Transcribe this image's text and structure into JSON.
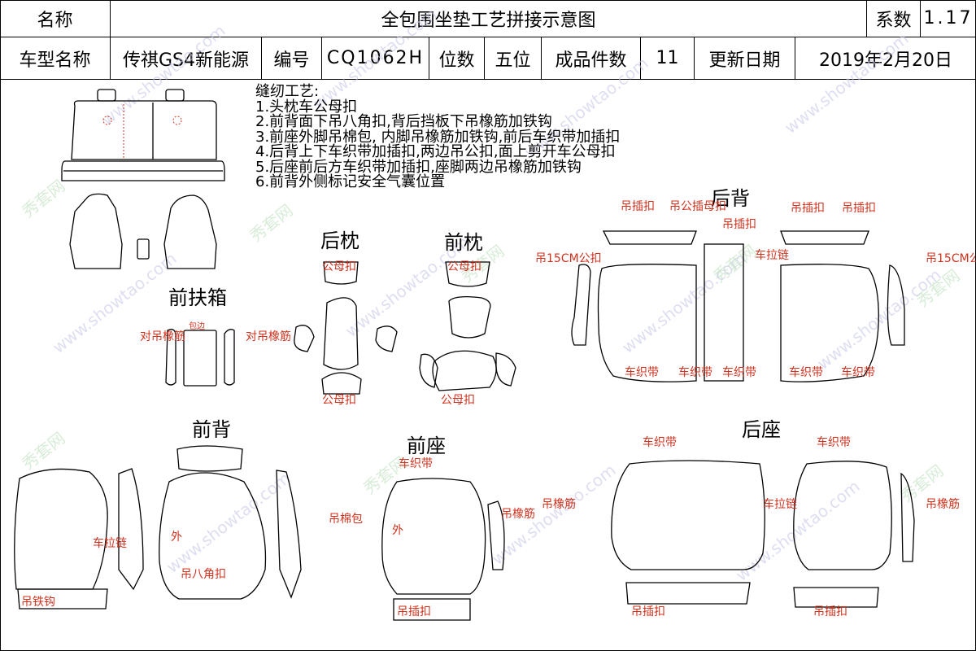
{
  "header": {
    "row1": {
      "name_label": "名称",
      "title": "全包围坐垫工艺拼接示意图",
      "coef_label": "系数",
      "coef_value": "1.17"
    },
    "row2": {
      "model_label": "车型名称",
      "model_value": "传祺GS4新能源",
      "code_label": "编号",
      "code_value": "CQ1062H",
      "seats_label": "位数",
      "seats_value": "五位",
      "pieces_label": "成品件数",
      "pieces_value": "11",
      "date_label": "更新日期",
      "date_value": "2019年2月20日"
    }
  },
  "instructions": {
    "heading": "缝纫工艺:",
    "items": [
      "1.头枕车公母扣",
      "2.前背面下吊八角扣,背后挡板下吊橡筋加铁钩",
      "3.前座外脚吊棉包, 内脚吊橡筋加铁钩,前后车织带加插扣",
      "4.后背上下车织带加插扣,两边吊公扣,面上剪开车公母扣",
      "5.后座前后方车织带加插扣,座脚两边吊橡筋加铁钩",
      "6.前背外侧标记安全气囊位置"
    ]
  },
  "sections": {
    "rear_headrest": "后枕",
    "front_headrest": "前枕",
    "front_armrest": "前扶箱",
    "rear_back": "后背",
    "front_back": "前背",
    "front_seat": "前座",
    "rear_seat": "后座"
  },
  "labels": {
    "hang_snap_hook": "吊插扣",
    "hang_male_snap": "吊公插母扣",
    "car_pull_chain": "车拉链",
    "hang_15cm_snap": "吊15CM公扣",
    "sew_webbing": "车织带",
    "male_female_snap": "公母扣",
    "edge_wrap": "包边",
    "pair_hang_elastic": "对吊橡筋",
    "hang_iron_hook": "吊铁钩",
    "hang_octagon_snap": "吊八角扣",
    "outer": "外",
    "hang_cotton_pack": "吊棉包",
    "hang_elastic": "吊橡筋"
  },
  "watermark": {
    "site": "www.showtao.com",
    "brand": "秀套网"
  },
  "colors": {
    "line": "#000000",
    "annotation": "#d0321e",
    "dots": "#d0321e"
  }
}
